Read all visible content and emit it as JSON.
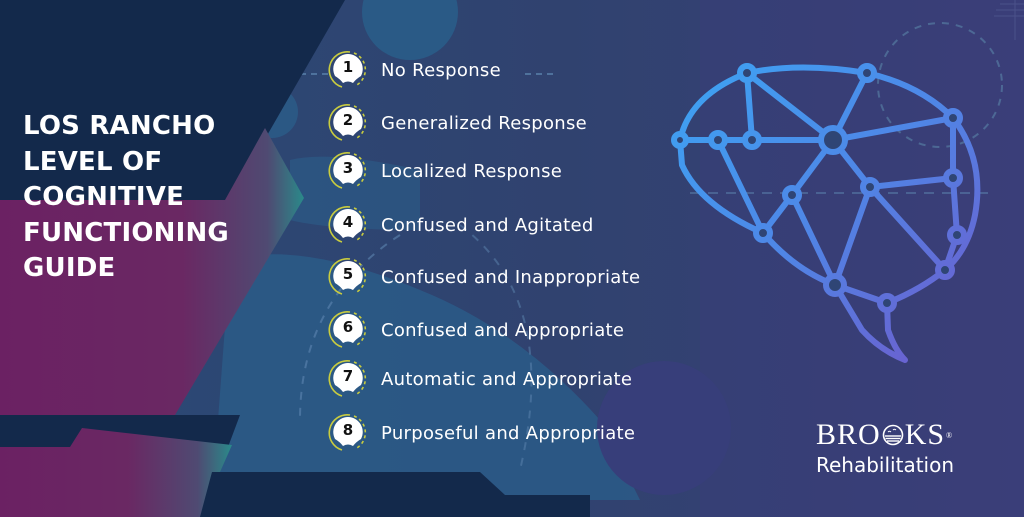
{
  "title": {
    "lines": [
      "LOS RANCHO",
      "LEVEL OF",
      "COGNITIVE",
      "FUNCTIONING",
      "GUIDE"
    ]
  },
  "levels": [
    {
      "number": "1",
      "label": "No Response"
    },
    {
      "number": "2",
      "label": "Generalized Response"
    },
    {
      "number": "3",
      "label": "Localized Response"
    },
    {
      "number": "4",
      "label": "Confused and Agitated"
    },
    {
      "number": "5",
      "label": "Confused and Inappropriate"
    },
    {
      "number": "6",
      "label": "Confused and Appropriate"
    },
    {
      "number": "7",
      "label": "Automatic and Appropriate"
    },
    {
      "number": "8",
      "label": "Purposeful and Appropriate"
    }
  ],
  "logo": {
    "brand_prefix": "BRO",
    "brand_suffix": "KS",
    "registered": "®",
    "subtitle": "Rehabilitation"
  },
  "illustration": {
    "icon": "brain-network-icon"
  },
  "colors": {
    "navy_dark": "#13294b",
    "navy_mid": "#2d4470",
    "blue_band": "#2b5985",
    "purple": "#6b2163",
    "teal_fade": "#2a8a8a",
    "badge_ring": "#c9cc3f",
    "brain_start": "#3d9cf0",
    "brain_end": "#6a5fd0"
  }
}
